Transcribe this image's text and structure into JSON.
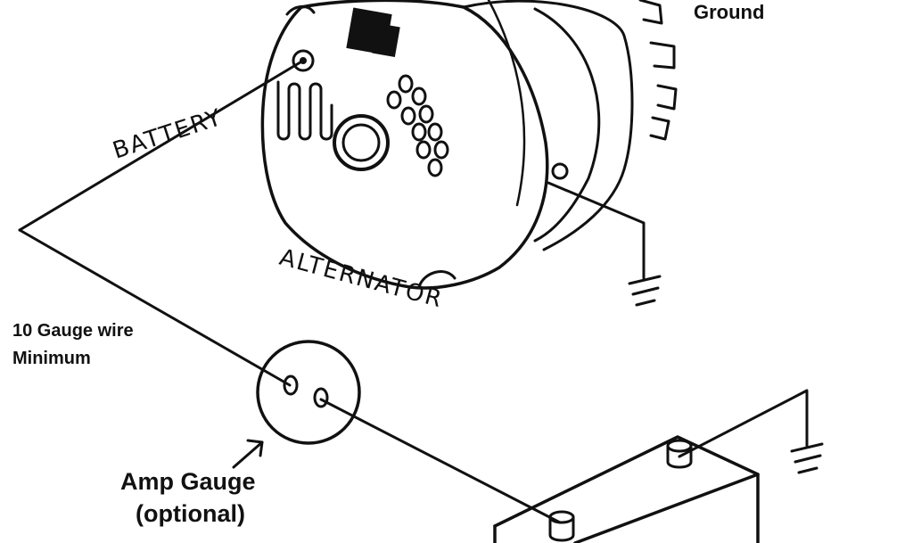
{
  "labels": {
    "ground": "Ground",
    "battery": "BATTERY",
    "alternator": "ALTERNATOR",
    "wire_line1": "10 Gauge wire",
    "wire_line2": "Minimum",
    "amp_line1": "Amp Gauge",
    "amp_line2": "(optional)"
  },
  "colors": {
    "ink": "#111111",
    "background": "#ffffff"
  },
  "icons": [
    "ground-symbol-icon",
    "arrow-icon"
  ]
}
